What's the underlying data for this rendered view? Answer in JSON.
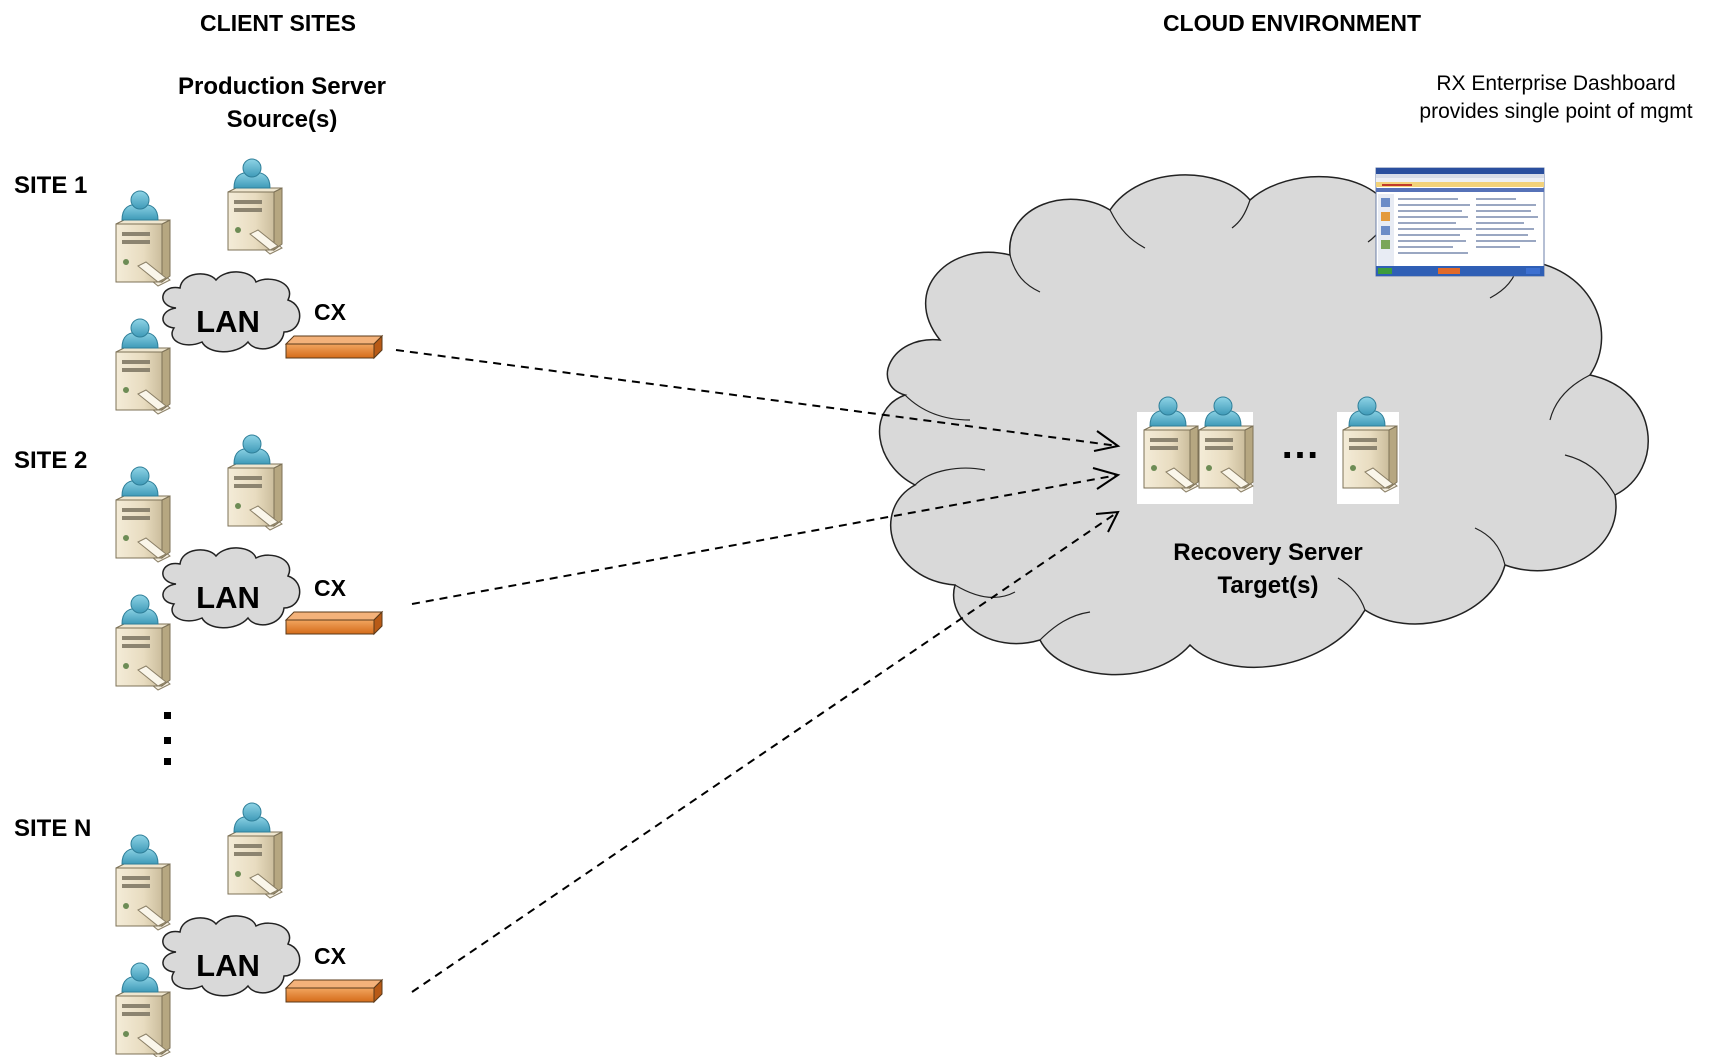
{
  "headers": {
    "client_sites": "CLIENT SITES",
    "cloud_environment": "CLOUD ENVIRONMENT"
  },
  "production": {
    "line1": "Production Server",
    "line2": "Source(s)"
  },
  "sites": [
    {
      "label": "SITE 1",
      "lan": "LAN",
      "appliance": "CX"
    },
    {
      "label": "SITE 2",
      "lan": "LAN",
      "appliance": "CX"
    },
    {
      "label": "SITE N",
      "lan": "LAN",
      "appliance": "CX"
    }
  ],
  "vertical_ellipsis": ":",
  "cloud": {
    "recovery_line1": "Recovery Server",
    "recovery_line2": "Target(s)",
    "server_ellipsis": "…",
    "dashboard_note_line1": "RX Enterprise Dashboard",
    "dashboard_note_line2": "provides single point of mgmt"
  },
  "icons": {
    "server": "server-user-icon",
    "lan": "cloud-lan-icon",
    "appliance": "cx-appliance-icon",
    "dashboard": "dashboard-screenshot-icon"
  },
  "colors": {
    "cloud_fill": "#d9d9d9",
    "server_user": "#5bbad5",
    "appliance": "#e07b27"
  }
}
